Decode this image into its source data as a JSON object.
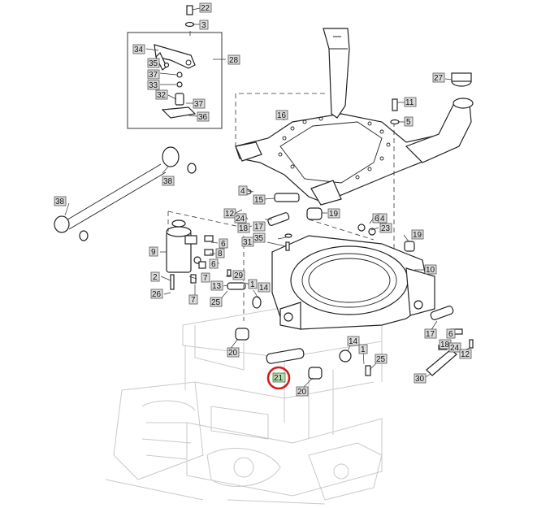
{
  "diagram": {
    "callouts": [
      {
        "id": "22",
        "text": "22"
      },
      {
        "id": "3",
        "text": "3"
      },
      {
        "id": "34",
        "text": "34"
      },
      {
        "id": "28",
        "text": "28"
      },
      {
        "id": "35a",
        "text": "35"
      },
      {
        "id": "37a",
        "text": "37"
      },
      {
        "id": "33",
        "text": "33"
      },
      {
        "id": "32",
        "text": "32"
      },
      {
        "id": "37b",
        "text": "37"
      },
      {
        "id": "36",
        "text": "36"
      },
      {
        "id": "16",
        "text": "16"
      },
      {
        "id": "27",
        "text": "27"
      },
      {
        "id": "11",
        "text": "11"
      },
      {
        "id": "5",
        "text": "5"
      },
      {
        "id": "38a",
        "text": "38"
      },
      {
        "id": "38b",
        "text": "38"
      },
      {
        "id": "4a",
        "text": "4"
      },
      {
        "id": "15",
        "text": "15"
      },
      {
        "id": "12a",
        "text": "12"
      },
      {
        "id": "24a",
        "text": "24"
      },
      {
        "id": "19a",
        "text": "19"
      },
      {
        "id": "6a",
        "text": "6"
      },
      {
        "id": "4b",
        "text": "4"
      },
      {
        "id": "18a",
        "text": "18"
      },
      {
        "id": "17a",
        "text": "17"
      },
      {
        "id": "23",
        "text": "23"
      },
      {
        "id": "35b",
        "text": "35"
      },
      {
        "id": "31",
        "text": "31"
      },
      {
        "id": "9",
        "text": "9"
      },
      {
        "id": "6b",
        "text": "6"
      },
      {
        "id": "8",
        "text": "8"
      },
      {
        "id": "6c",
        "text": "6"
      },
      {
        "id": "19b",
        "text": "19"
      },
      {
        "id": "10",
        "text": "10"
      },
      {
        "id": "2",
        "text": "2"
      },
      {
        "id": "7a",
        "text": "7"
      },
      {
        "id": "29",
        "text": "29"
      },
      {
        "id": "13",
        "text": "13"
      },
      {
        "id": "1a",
        "text": "1"
      },
      {
        "id": "14a",
        "text": "14"
      },
      {
        "id": "7b",
        "text": "7"
      },
      {
        "id": "26",
        "text": "26"
      },
      {
        "id": "25a",
        "text": "25"
      },
      {
        "id": "17b",
        "text": "17"
      },
      {
        "id": "6d",
        "text": "6"
      },
      {
        "id": "18b",
        "text": "18"
      },
      {
        "id": "24b",
        "text": "24"
      },
      {
        "id": "12b",
        "text": "12"
      },
      {
        "id": "20a",
        "text": "20"
      },
      {
        "id": "14b",
        "text": "14"
      },
      {
        "id": "1b",
        "text": "1"
      },
      {
        "id": "25b",
        "text": "25"
      },
      {
        "id": "20b",
        "text": "20"
      },
      {
        "id": "30",
        "text": "30"
      }
    ],
    "highlighted": {
      "text": "21",
      "ring_color": "#d0201c",
      "fill_color": "#b8dcb0"
    }
  }
}
